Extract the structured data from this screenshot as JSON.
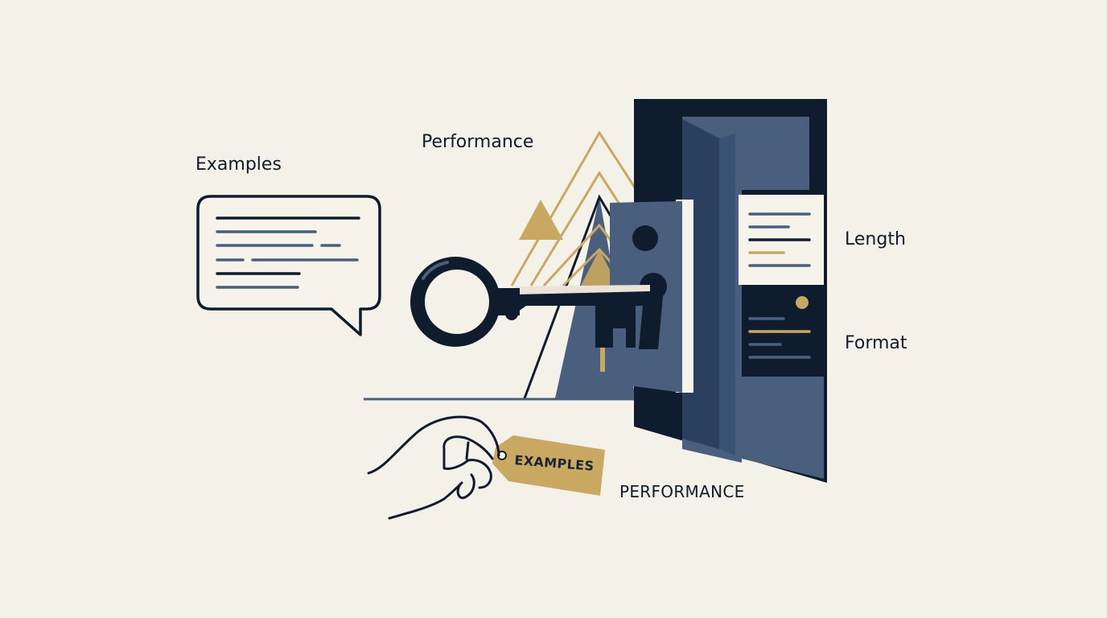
{
  "labels": {
    "examples": "Examples",
    "performance": "Performance",
    "length": "Length",
    "format": "Format",
    "performance_caps": "PERFORMANCE",
    "tag": "EXAMPLES"
  },
  "colors": {
    "background": "#f4f1e8",
    "navy": "#0f1c2e",
    "slate": "#4a5f7e",
    "gold": "#c9a961",
    "paper": "#f6f3eb"
  },
  "icons": [
    "speech-bubble-icon",
    "key-icon",
    "door-icon",
    "keyhole-plate-icon",
    "hand-icon",
    "luggage-tag-icon",
    "triangles-icon"
  ]
}
